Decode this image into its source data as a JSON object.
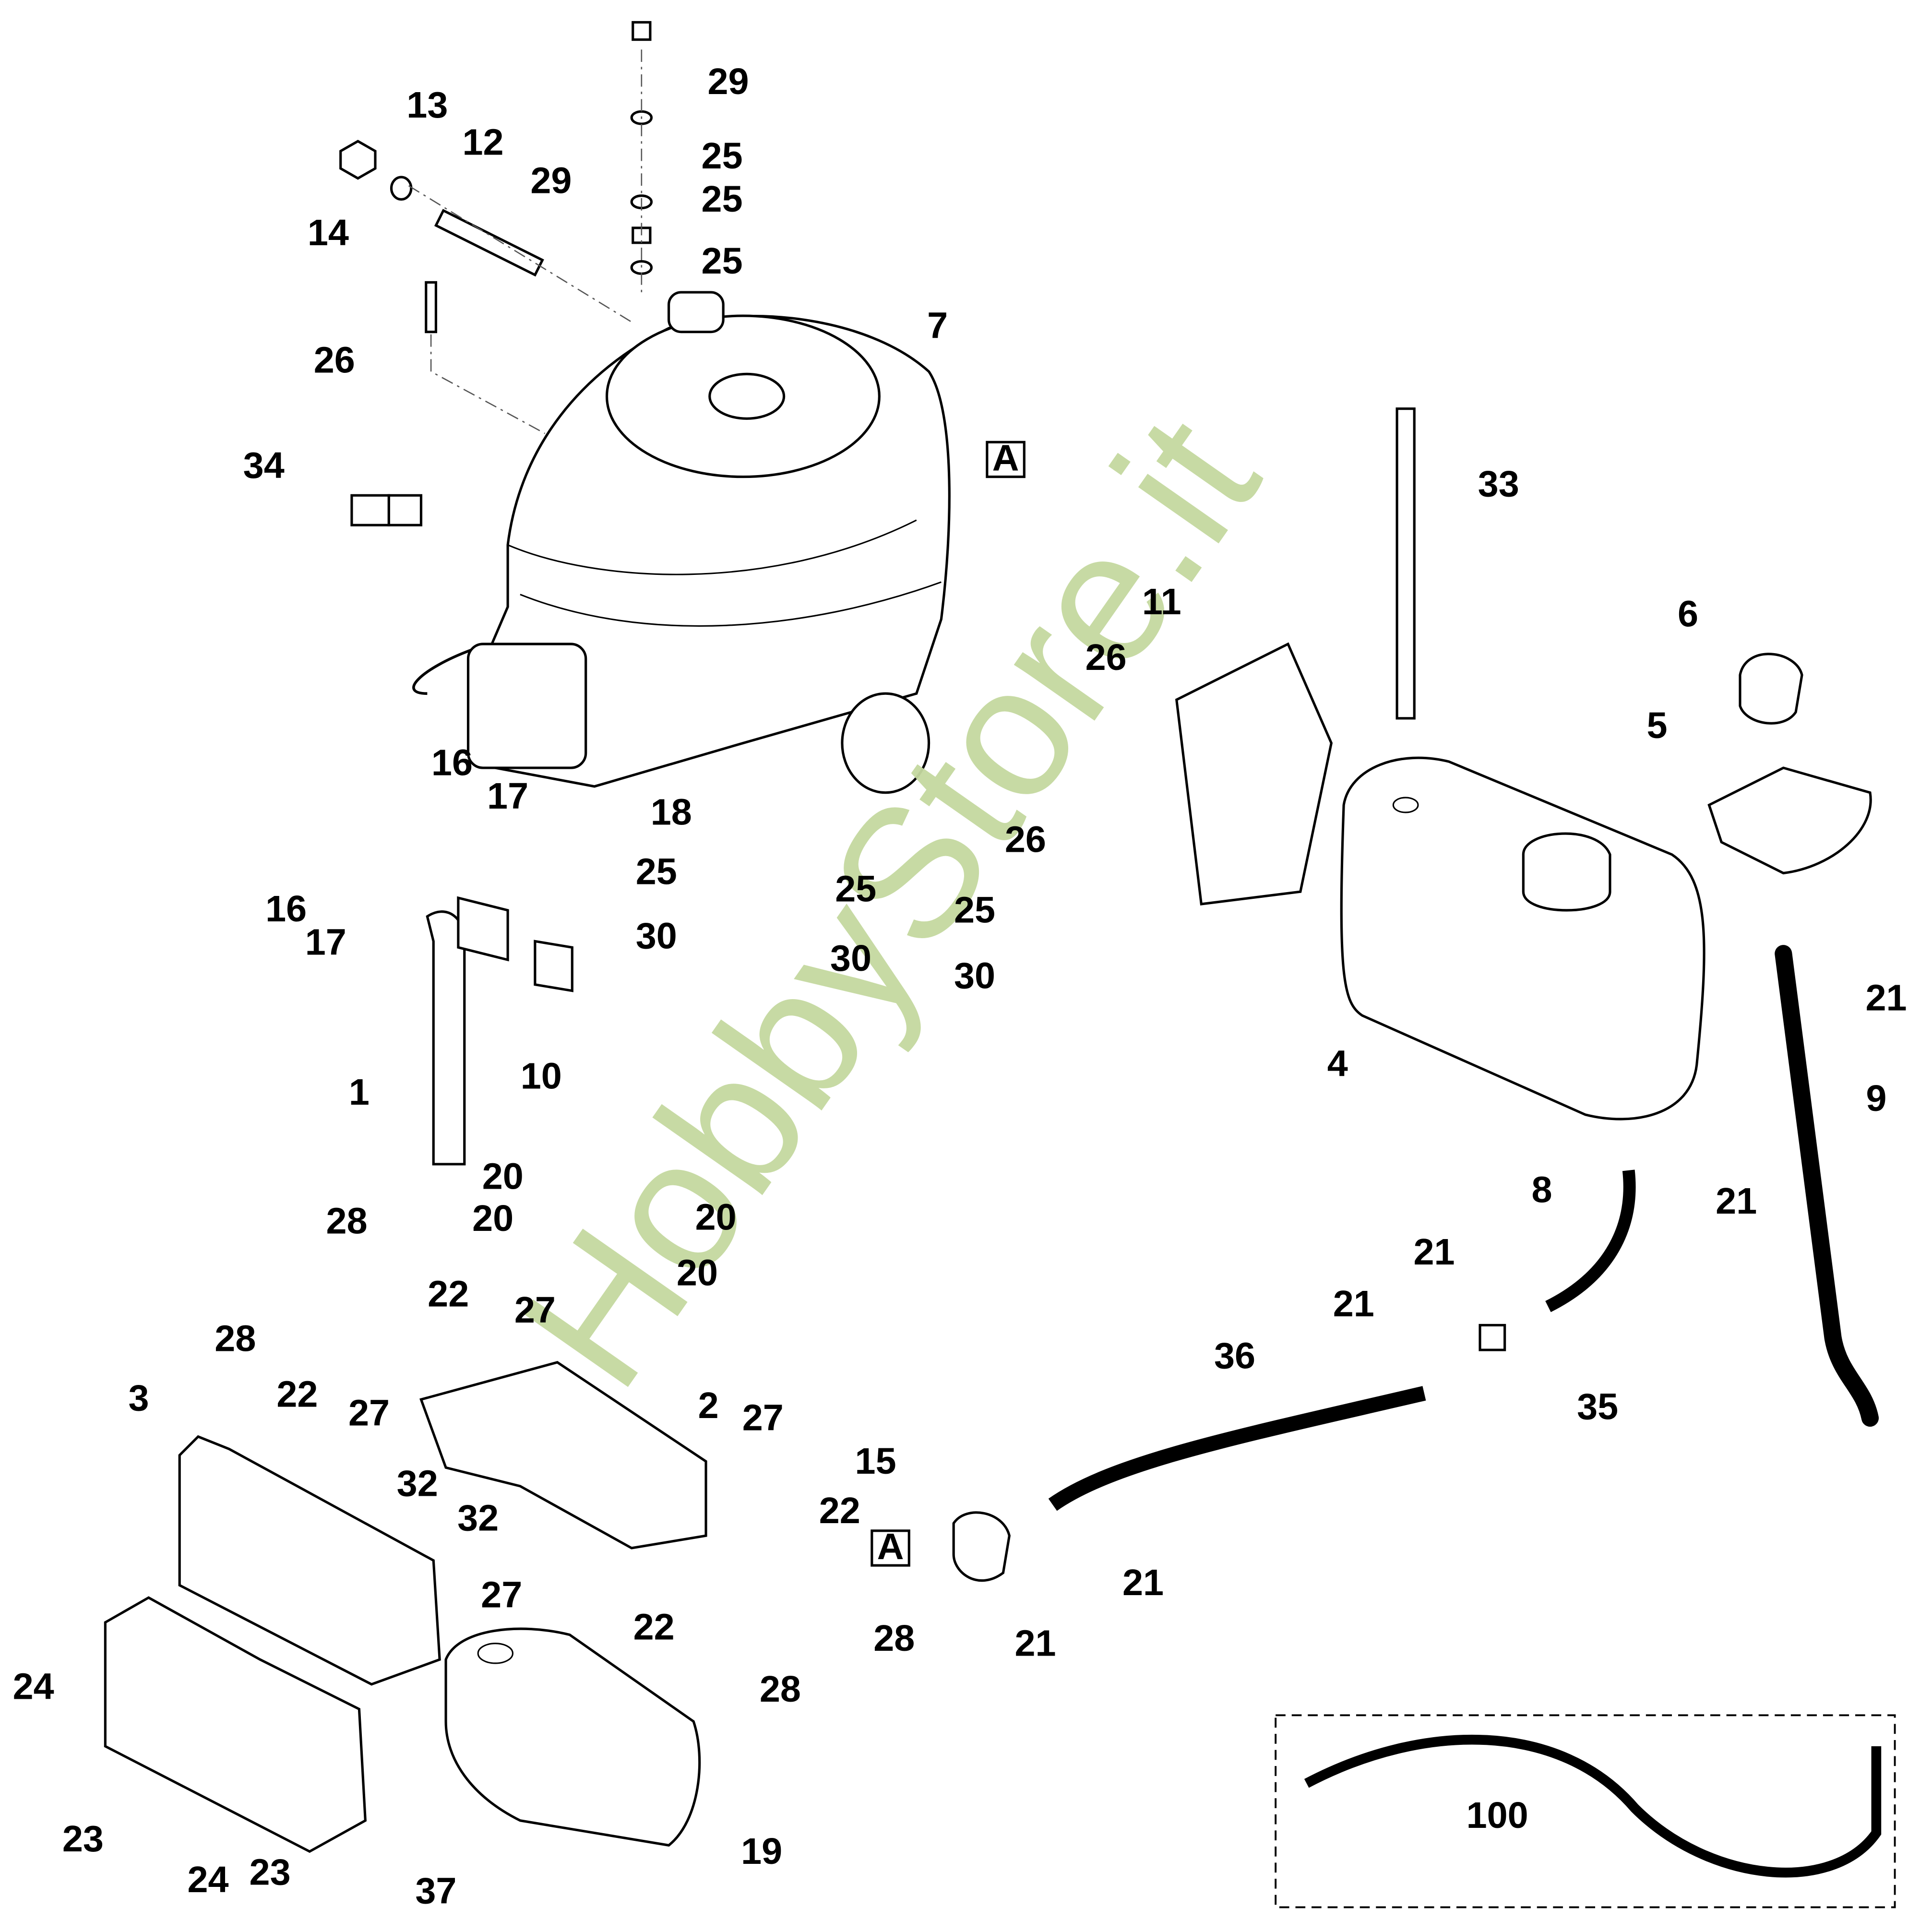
{
  "diagram": {
    "watermark": "HobbyStore.it",
    "reference_marker": "A",
    "callouts": [
      "29",
      "13",
      "12",
      "25",
      "29",
      "25",
      "14",
      "25",
      "7",
      "26",
      "34",
      "33",
      "6",
      "11",
      "26",
      "5",
      "16",
      "17",
      "18",
      "26",
      "25",
      "16",
      "25",
      "25",
      "17",
      "30",
      "30",
      "30",
      "21",
      "4",
      "10",
      "1",
      "9",
      "20",
      "21",
      "8",
      "28",
      "20",
      "20",
      "21",
      "20",
      "22",
      "21",
      "27",
      "28",
      "36",
      "3",
      "22",
      "35",
      "2",
      "27",
      "27",
      "15",
      "32",
      "32",
      "22",
      "21",
      "27",
      "22",
      "28",
      "21",
      "24",
      "28",
      "100",
      "23",
      "19",
      "24",
      "23",
      "37"
    ]
  }
}
